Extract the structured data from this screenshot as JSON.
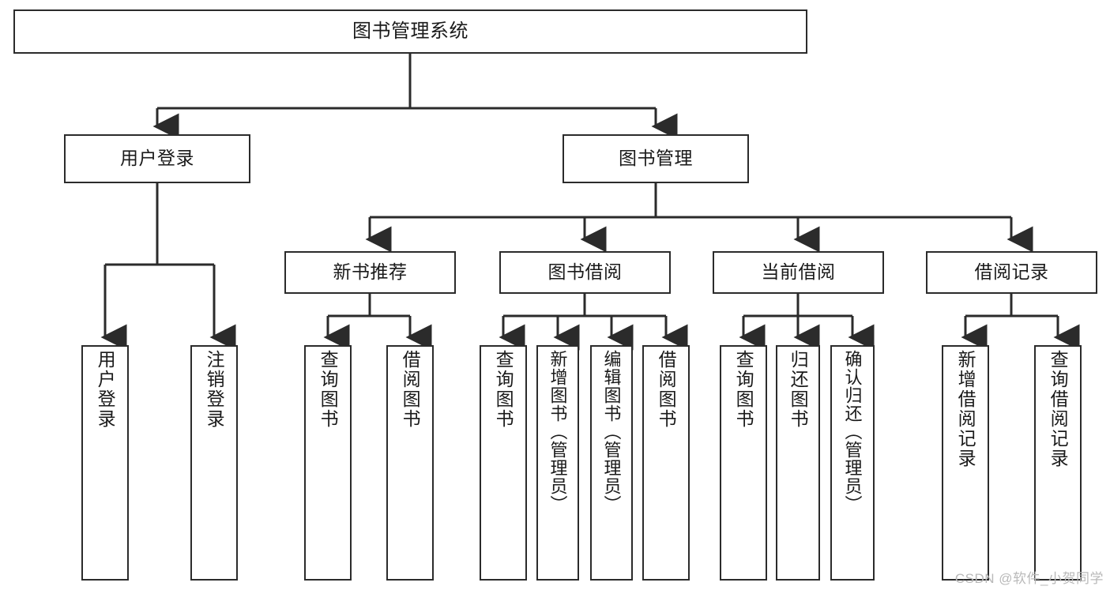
{
  "diagram": {
    "title": "图书管理系统",
    "watermark": "CSDN @软件_小贺同学",
    "colors": {
      "stroke": "#2b2b2b",
      "fill": "#ffffff",
      "text": "#1a1a1a",
      "watermark": "#b9b9b9"
    },
    "nodes": {
      "root": {
        "label": "图书管理系统"
      },
      "level2": [
        {
          "id": "user-login",
          "label": "用户登录"
        },
        {
          "id": "book-management",
          "label": "图书管理"
        }
      ],
      "level3": [
        {
          "id": "new-book-recommend",
          "label": "新书推荐"
        },
        {
          "id": "book-borrow",
          "label": "图书借阅"
        },
        {
          "id": "current-borrow",
          "label": "当前借阅"
        },
        {
          "id": "borrow-record",
          "label": "借阅记录"
        }
      ],
      "leaves": {
        "user-login": [
          {
            "id": "leaf-user-login",
            "label": "用户登录"
          },
          {
            "id": "leaf-logout-login",
            "label": "注销登录"
          }
        ],
        "new-book-recommend": [
          {
            "id": "leaf-query-book-1",
            "label": "查询图书"
          },
          {
            "id": "leaf-borrow-book-1",
            "label": "借阅图书"
          }
        ],
        "book-borrow": [
          {
            "id": "leaf-query-book-2",
            "label": "查询图书"
          },
          {
            "id": "leaf-add-book-admin",
            "label": "新增图书（管理员）"
          },
          {
            "id": "leaf-edit-book-admin",
            "label": "编辑图书（管理员）"
          },
          {
            "id": "leaf-borrow-book-2",
            "label": "借阅图书"
          }
        ],
        "current-borrow": [
          {
            "id": "leaf-query-book-3",
            "label": "查询图书"
          },
          {
            "id": "leaf-return-book",
            "label": "归还图书"
          },
          {
            "id": "leaf-confirm-return-admin",
            "label": "确认归还（管理员）"
          }
        ],
        "borrow-record": [
          {
            "id": "leaf-add-borrow-record",
            "label": "新增借阅记录"
          },
          {
            "id": "leaf-query-borrow-record",
            "label": "查询借阅记录"
          }
        ]
      }
    }
  }
}
